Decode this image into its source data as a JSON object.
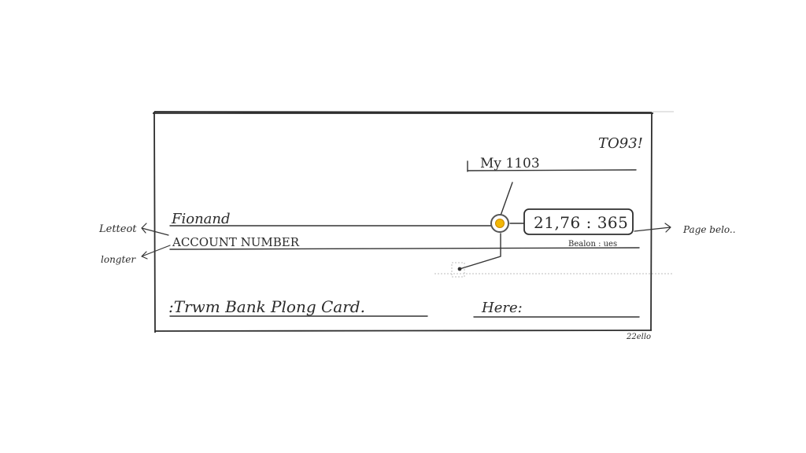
{
  "card": {
    "corner_label": "TO93!",
    "date_value": "My 1103",
    "name_field": "Fionand",
    "account_label": "ACCOUNT NUMBER",
    "bank_name": ":Trwm Bank  Plong  Card.",
    "signature_label": "Here:",
    "amount_value": "21,76 : 365",
    "amount_caption": "Bealon : ues",
    "footer_code": "22ello"
  },
  "annotations": {
    "left_top": "Letteot",
    "left_bottom": "longter",
    "right": "Page  belo.."
  },
  "colors": {
    "ink": "#2b2b2b",
    "node_fill": "#f2b705",
    "node_ring": "#555555"
  },
  "icons": {
    "node": "yellow-circle-node"
  }
}
